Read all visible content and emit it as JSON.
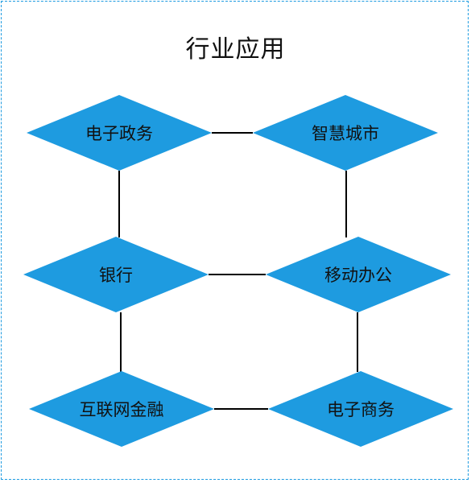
{
  "title": "行业应用",
  "colors": {
    "node_fill": "#1e9be0",
    "frame_border": "#1e9be0",
    "connector": "#000000",
    "text": "#111111"
  },
  "nodes": {
    "egov": "电子政务",
    "smartcity": "智慧城市",
    "bank": "银行",
    "mobileoffice": "移动办公",
    "internetfinance": "互联网金融",
    "ecommerce": "电子商务"
  },
  "connections": [
    [
      "egov",
      "smartcity"
    ],
    [
      "egov",
      "bank"
    ],
    [
      "smartcity",
      "mobileoffice"
    ],
    [
      "bank",
      "mobileoffice"
    ],
    [
      "bank",
      "internetfinance"
    ],
    [
      "mobileoffice",
      "ecommerce"
    ],
    [
      "internetfinance",
      "ecommerce"
    ]
  ]
}
